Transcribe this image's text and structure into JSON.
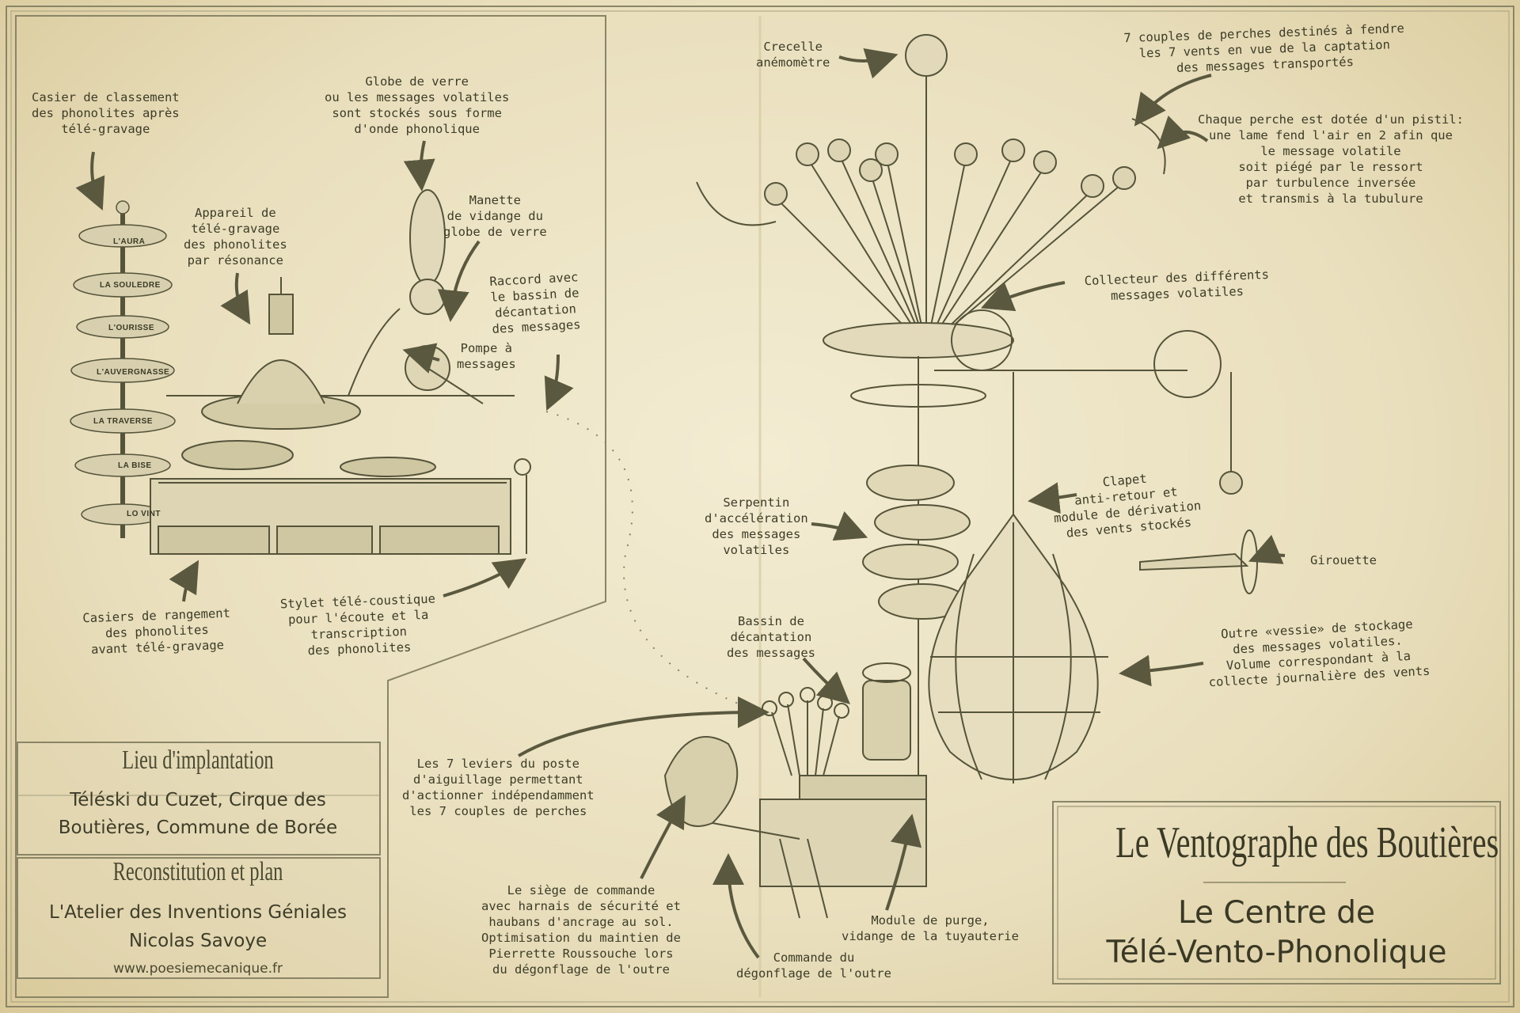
{
  "info": {
    "heading_location": "Lieu d'implantation",
    "location_line1": "Téléski du Cuzet, Cirque des",
    "location_line2": "Boutières, Commune de Borée",
    "heading_credits": "Reconstitution et plan",
    "credits_line1": "L'Atelier des Inventions Géniales",
    "credits_line2": "Nicolas Savoye",
    "url": "www.poesiemecanique.fr"
  },
  "title": {
    "main": "Le Ventographe des Boutières",
    "sub_line1": "Le Centre de",
    "sub_line2": "Télé-Vento-Phonolique"
  },
  "tiers": [
    "L'AURA",
    "LA SOULEDRE",
    "L'OURISSE",
    "L'AUVERGNASSE",
    "LA TRAVERSE",
    "LA BISE",
    "LO VINT"
  ],
  "labels": {
    "casier_classement": [
      "Casier de classement",
      "des phonolites après",
      "télé-gravage"
    ],
    "globe_verre": [
      "Globe de verre",
      "ou les messages volatiles",
      "sont stockés sous forme",
      "d'onde phonolique"
    ],
    "appareil_gravage": [
      "Appareil de",
      "télé-gravage",
      "des phonolites",
      "par résonance"
    ],
    "manette_vidange": [
      "Manette",
      "de vidange du",
      "globe de verre"
    ],
    "raccord_bassin": [
      "Raccord avec",
      "le bassin de",
      "décantation",
      "des messages"
    ],
    "pompe": [
      "Pompe à",
      "messages"
    ],
    "casiers_rangement": [
      "Casiers de rangement",
      "des phonolites",
      "avant télé-gravage"
    ],
    "stylet": [
      "Stylet télé-coustique",
      "pour l'écoute et la",
      "transcription",
      "des phonolites"
    ],
    "crecelle": [
      "Crecelle",
      "anémomètre"
    ],
    "couples_perches": [
      "7 couples de perches destinés à fendre",
      "les 7 vents en vue de la captation",
      "des messages transportés"
    ],
    "perche_pistil": [
      "Chaque perche est dotée d'un pistil:",
      "une lame fend l'air en 2 afin que",
      "le message volatile",
      "soit piégé par le ressort",
      "par turbulence inversée",
      "et transmis à la tubulure"
    ],
    "collecteur": [
      "Collecteur des différents",
      "messages volatiles"
    ],
    "clapet": [
      "Clapet",
      "anti-retour et",
      "module de dérivation",
      "des vents stockés"
    ],
    "serpentin": [
      "Serpentin",
      "d'accélération",
      "des messages",
      "volatiles"
    ],
    "girouette": [
      "Girouette"
    ],
    "bassin_decantation": [
      "Bassin de",
      "décantation",
      "des messages"
    ],
    "vessie": [
      "Outre «vessie» de stockage",
      "des messages volatiles.",
      "Volume correspondant à la",
      "collecte journalière des vents"
    ],
    "leviers": [
      "Les 7 leviers du poste",
      "d'aiguillage permettant",
      "d'actionner indépendamment",
      "les 7 couples de perches"
    ],
    "siege": [
      "Le siège de commande",
      "avec harnais de sécurité et",
      "haubans d'ancrage au sol.",
      "Optimisation du maintien de",
      "Pierrette Roussouche lors",
      "du dégonflage de l'outre"
    ],
    "module_purge": [
      "Module de purge,",
      "vidange de la tuyauterie"
    ],
    "commande_degonflage": [
      "Commande du",
      "dégonflage de l'outre"
    ]
  },
  "colors": {
    "paper": "#ece3c4",
    "ink": "#3b3a26",
    "arrow": "#5a5940"
  }
}
